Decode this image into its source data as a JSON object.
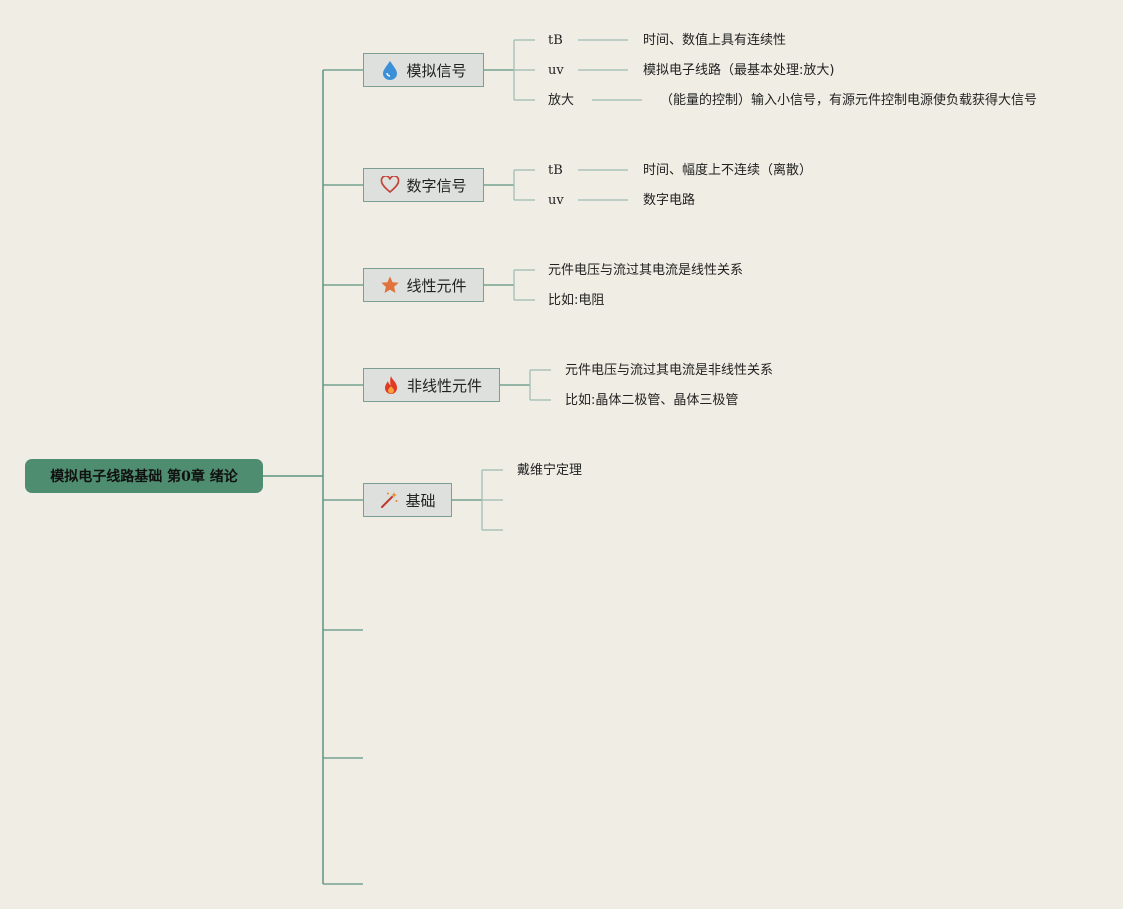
{
  "root": {
    "label": "模拟电子线路基础 第0章 绪论"
  },
  "branches": [
    {
      "label": "模拟信号",
      "icon": "water-drop-icon",
      "items": [
        {
          "key": "tB",
          "value": "时间、数值上具有连续性"
        },
        {
          "key": "uv",
          "value": "模拟电子线路（最基本处理:放大)"
        },
        {
          "key": "放大",
          "value": "（能量的控制）输入小信号，有源元件控制电源使负载获得大信号"
        }
      ]
    },
    {
      "label": "数字信号",
      "icon": "heart-icon",
      "items": [
        {
          "key": "tB",
          "value": "时间、幅度上不连续（离散）"
        },
        {
          "key": "uv",
          "value": "数字电路"
        }
      ]
    },
    {
      "label": "线性元件",
      "icon": "star-icon",
      "items": [
        {
          "text": "元件电压与流过其电流是线性关系"
        },
        {
          "text": "比如:电阻"
        }
      ]
    },
    {
      "label": "非线性元件",
      "icon": "fire-icon",
      "items": [
        {
          "text": "元件电压与流过其电流是非线性关系"
        },
        {
          "text": "比如:晶体二极管、晶体三极管"
        }
      ]
    },
    {
      "label": "基础",
      "icon": "magic-wand-icon",
      "items": [
        {
          "text": "戴维宁定理"
        },
        {
          "text": ""
        },
        {
          "text": ""
        }
      ]
    }
  ],
  "colors": {
    "background": "#efede4",
    "root_fill": "#4e8d6f",
    "branch_fill": "#dde0dd",
    "connector": "#5e9480",
    "connector_light": "#9dbdb1",
    "icon_blue": "#3b8fd6",
    "icon_heart": "#c2453a",
    "icon_star": "#e0733b",
    "icon_fire": "#e03a24",
    "icon_wand": "#c0392b"
  }
}
